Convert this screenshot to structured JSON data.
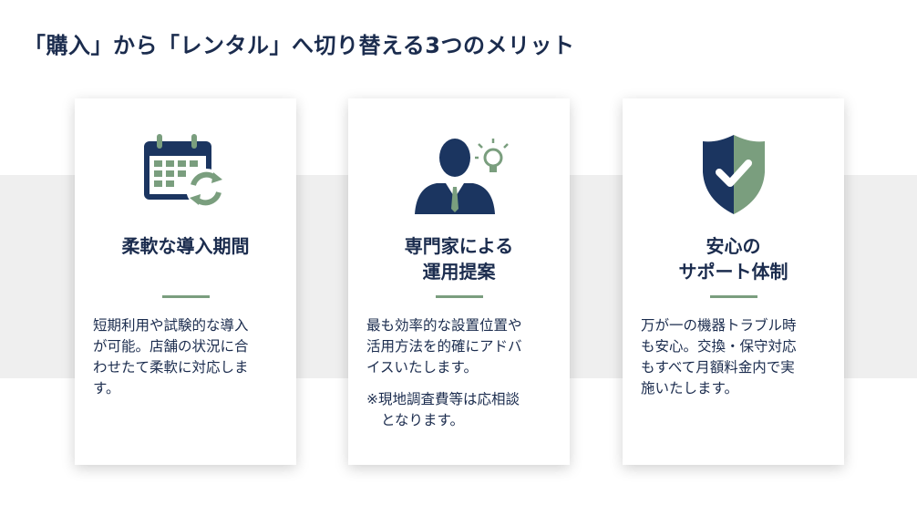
{
  "title": "「購入」から「レンタル」へ切り替える3つのメリット",
  "colors": {
    "navy": "#1b3560",
    "green": "#7a9e7e"
  },
  "cards": [
    {
      "icon": "calendar-refresh-icon",
      "title_lines": [
        "柔軟な導入期間"
      ],
      "body_lines": [
        "短期利用や試験的な導入",
        "が可能。店舗の状況に合",
        "わせたて柔軟に対応しま",
        "す。"
      ]
    },
    {
      "icon": "consultant-lightbulb-icon",
      "title_lines": [
        "専門家による",
        "運用提案"
      ],
      "body_lines": [
        "最も効率的な設置位置や",
        "活用方法を的確にアドバ",
        "イスいたします。"
      ],
      "note_lines": [
        "※現地調査費等は応相談",
        "となります。"
      ]
    },
    {
      "icon": "shield-check-icon",
      "title_lines": [
        "安心の",
        "サポート体制"
      ],
      "body_lines": [
        "万が一の機器トラブル時",
        "も安心。交換・保守対応",
        "もすべて月額料金内で実",
        "施いたします。"
      ]
    }
  ]
}
